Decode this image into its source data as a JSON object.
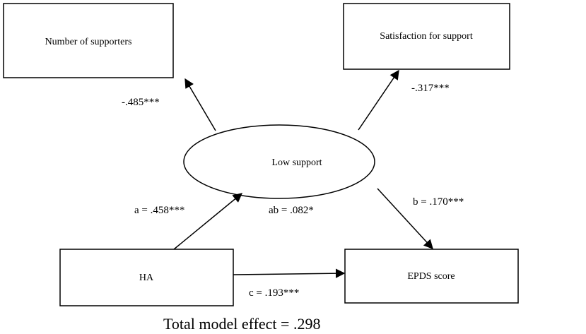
{
  "nodes": {
    "number_of_supporters": "Number of supporters",
    "satisfaction_for_support": "Satisfaction for support",
    "low_support": "Low support",
    "ha": "HA",
    "epds_score": "EPDS score"
  },
  "paths": {
    "low_support_to_number": "-.485***",
    "low_support_to_satisfaction": "-.317***",
    "a": "a = .458***",
    "ab": "ab = .082*",
    "b": "b = .170***",
    "c": "c = .193***"
  },
  "footer": {
    "total_effect": "Total model effect = .298"
  }
}
